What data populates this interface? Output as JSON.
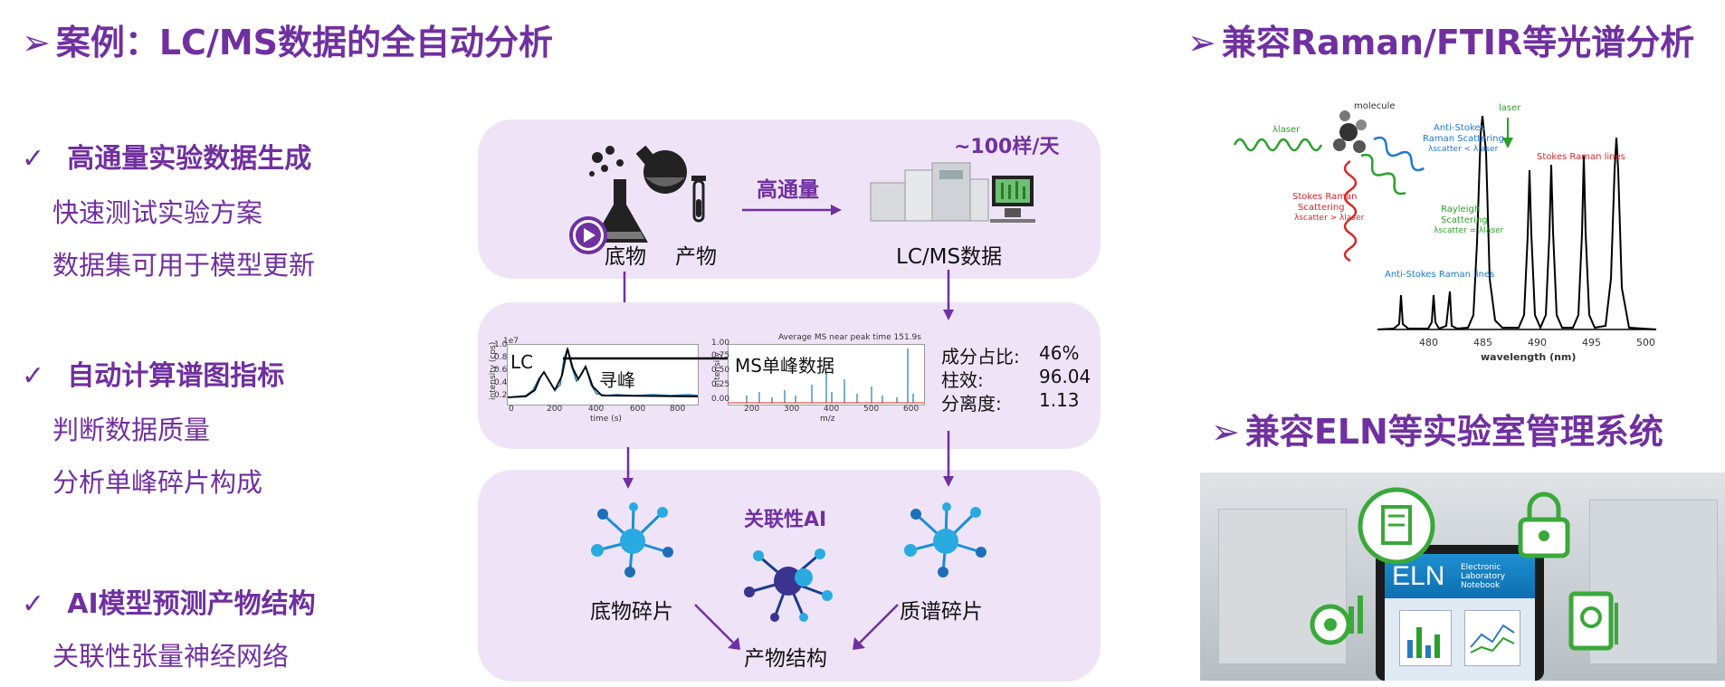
{
  "title_left": "案例：LC/MS数据的全自动分析",
  "title_right_top": "兼容Raman/FTIR等光谱分析",
  "title_right_bottom": "兼容ELN等实验室管理系统",
  "bullets": [
    {
      "heading": "高通量实验数据生成",
      "subs": [
        "快速测试实验方案",
        "数据集可用于模型更新"
      ]
    },
    {
      "heading": "自动计算谱图指标",
      "subs": [
        "判断数据质量",
        "分析单峰碎片构成"
      ]
    },
    {
      "heading": "AI模型预测产物结构",
      "subs": [
        "关联性张量神经网络"
      ]
    }
  ],
  "flow": {
    "top": {
      "substrate": "底物",
      "product": "产物",
      "arrow_label": "高通量",
      "throughput": "~100样/天",
      "instrument": "LC/MS数据"
    },
    "middle": {
      "lc_label": "LC",
      "peak_label": "寻峰",
      "ms_label": "MS单峰数据",
      "lc_plot": {
        "unit": "1e7",
        "ylabel": "intensity (cps)",
        "xlabel": "time (s)",
        "xticks": [
          "0",
          "200",
          "400",
          "600",
          "800"
        ],
        "yticks": [
          "0.2",
          "0.4",
          "0.6",
          "0.8",
          "1.0"
        ]
      },
      "ms_plot": {
        "title": "Average MS near peak time 151.9s",
        "ylabel": "intensity",
        "xlabel": "m/z",
        "xticks": [
          "200",
          "300",
          "400",
          "500",
          "600"
        ],
        "yticks": [
          "0.00",
          "0.25",
          "0.50",
          "0.75",
          "1.00"
        ]
      },
      "metrics": [
        {
          "label": "成分占比:",
          "value": "46%"
        },
        {
          "label": "柱效:",
          "value": "96.04"
        },
        {
          "label": "分离度:",
          "value": "1.13"
        }
      ]
    },
    "bottom": {
      "ai_label": "关联性AI",
      "substrate_frag": "底物碎片",
      "ms_frag": "质谱碎片",
      "product_struct": "产物结构"
    }
  },
  "raman": {
    "molecule": "molecule",
    "laser_in": "λlaser",
    "laser": "laser",
    "anti_stokes": "Anti-Stokes",
    "anti_stokes2": "Raman Scattering",
    "anti_stokes3": "λscatter < λlaser",
    "stokes1": "Stokes Raman",
    "stokes2": "Scattering",
    "stokes3": "λscatter > λlaser",
    "rayleigh1": "Rayleigh",
    "rayleigh2": "Scattering",
    "rayleigh3": "λscatter = λlaser",
    "stokes_lines": "Stokes Raman lines",
    "anti_lines": "Anti-Stokes Raman lines",
    "xlabel": "wavelength (nm)",
    "xticks": [
      "480",
      "485",
      "490",
      "495",
      "500"
    ]
  },
  "eln": {
    "big": "ELN",
    "line1": "Electronic",
    "line2": "Laboratory",
    "line3": "Notebook"
  }
}
